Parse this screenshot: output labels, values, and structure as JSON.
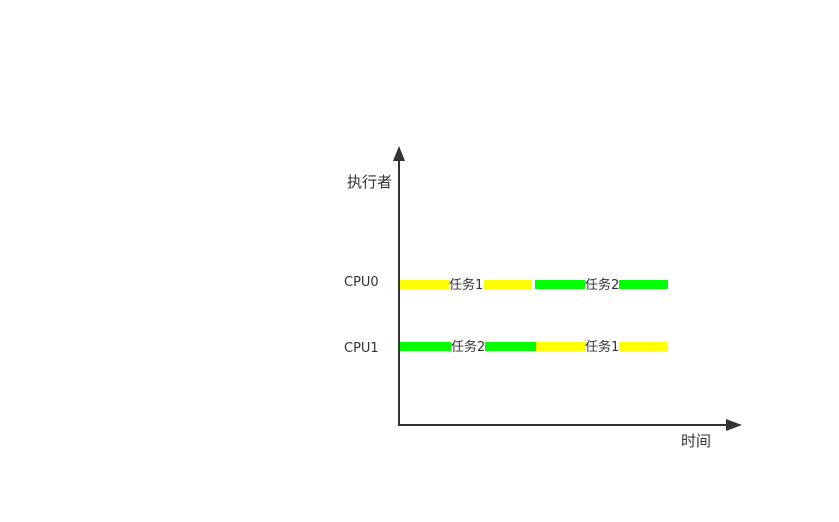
{
  "axes": {
    "y_label": "执行者",
    "x_label": "时间"
  },
  "colors": {
    "axis": "#333333",
    "yellow": "#ffff00",
    "green": "#00ff00"
  },
  "rows": [
    {
      "label": "CPU0",
      "segments": [
        {
          "color": "yellow",
          "task": "任务1"
        },
        {
          "color": "green",
          "task": "任务2"
        }
      ]
    },
    {
      "label": "CPU1",
      "segments": [
        {
          "color": "green",
          "task": "任务2"
        },
        {
          "color": "yellow",
          "task": "任务1"
        }
      ]
    }
  ]
}
